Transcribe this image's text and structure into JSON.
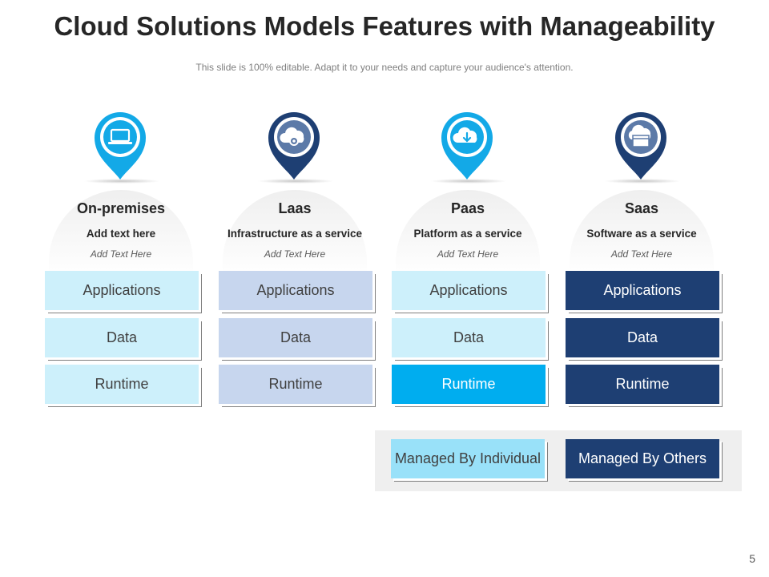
{
  "title": "Cloud Solutions Models Features with Manageability",
  "subtitle": "This slide is 100% editable. Adapt it to your needs and capture your audience's attention.",
  "colors": {
    "light_cyan": "#cdf0fb",
    "lavender": "#c7d6ee",
    "bright_blue": "#00adef",
    "navy": "#1e3f73",
    "legend_individual": "#99e1f9",
    "pin_cyan": "#13a9e7",
    "pin_navy": "#1e3f73"
  },
  "columns": [
    {
      "name": "On-premises",
      "description": "Add text here",
      "note": "Add Text Here",
      "icon": "laptop-icon",
      "rows": [
        "Applications",
        "Data",
        "Runtime"
      ]
    },
    {
      "name": "Laas",
      "description": "Infrastructure as a service",
      "note": "Add Text Here",
      "icon": "cloud-gear-icon",
      "rows": [
        "Applications",
        "Data",
        "Runtime"
      ]
    },
    {
      "name": "Paas",
      "description": "Platform as a service",
      "note": "Add Text Here",
      "icon": "cloud-download-icon",
      "rows": [
        "Applications",
        "Data",
        "Runtime"
      ]
    },
    {
      "name": "Saas",
      "description": "Software as a service",
      "note": "Add Text Here",
      "icon": "cloud-window-icon",
      "rows": [
        "Applications",
        "Data",
        "Runtime"
      ]
    }
  ],
  "legend": {
    "individual": "Managed By Individual",
    "others": "Managed By Others"
  },
  "page_number": "5"
}
